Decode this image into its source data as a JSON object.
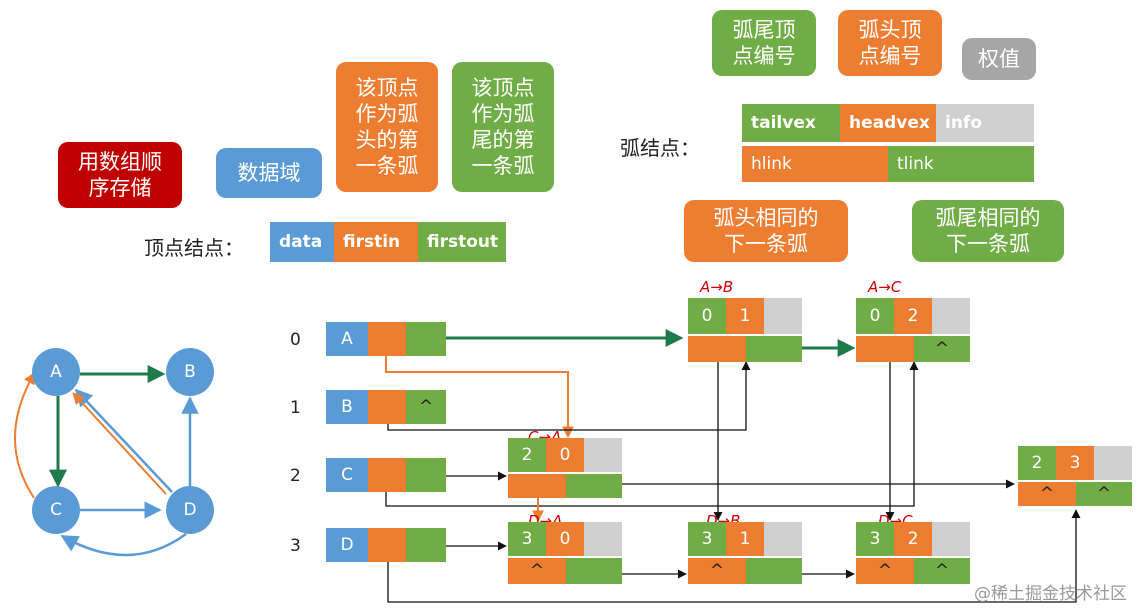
{
  "callouts": {
    "array_store": "用数组顺\n序存储",
    "data_field": "数据域",
    "firstin_desc": "该顶点\n作为弧\n头的第\n一条弧",
    "firstout_desc": "该顶点\n作为弧\n尾的第\n一条弧",
    "tail_no": "弧尾顶\n点编号",
    "head_no": "弧头顶\n点编号",
    "weight": "权值",
    "hlink_desc": "弧头相同的\n下一条弧",
    "tlink_desc": "弧尾相同的\n下一条弧"
  },
  "vertex_node": {
    "label": "顶点结点：",
    "fields": [
      "data",
      "firstin",
      "firstout"
    ]
  },
  "arc_node": {
    "label": "弧结点：",
    "top": [
      "tailvex",
      "headvex",
      "info"
    ],
    "bottom": [
      "hlink",
      "tlink"
    ]
  },
  "graph": {
    "vertices": [
      "A",
      "B",
      "C",
      "D"
    ]
  },
  "list": {
    "indices": [
      "0",
      "1",
      "2",
      "3"
    ],
    "names": [
      "A",
      "B",
      "C",
      "D"
    ],
    "null_sym": "^"
  },
  "arcs": {
    "ab": {
      "tail": "0",
      "head": "1",
      "note": "A→B"
    },
    "ac": {
      "tail": "0",
      "head": "2",
      "note": "A→C"
    },
    "ca": {
      "tail": "2",
      "head": "0",
      "note": "C→A"
    },
    "cd": {
      "tail": "2",
      "head": "3"
    },
    "da": {
      "tail": "3",
      "head": "0",
      "note": "D→A"
    },
    "db": {
      "tail": "3",
      "head": "1",
      "note": "D→B"
    },
    "dc": {
      "tail": "3",
      "head": "2",
      "note": "D→C"
    }
  },
  "watermark": "@稀土掘金技术社区",
  "colors": {
    "blue": "#5b9bd5",
    "orange": "#ed7d31",
    "green": "#70ad47",
    "gray": "#d0d0d0",
    "red": "#c00000",
    "dark_green": "#1e7a4a"
  }
}
